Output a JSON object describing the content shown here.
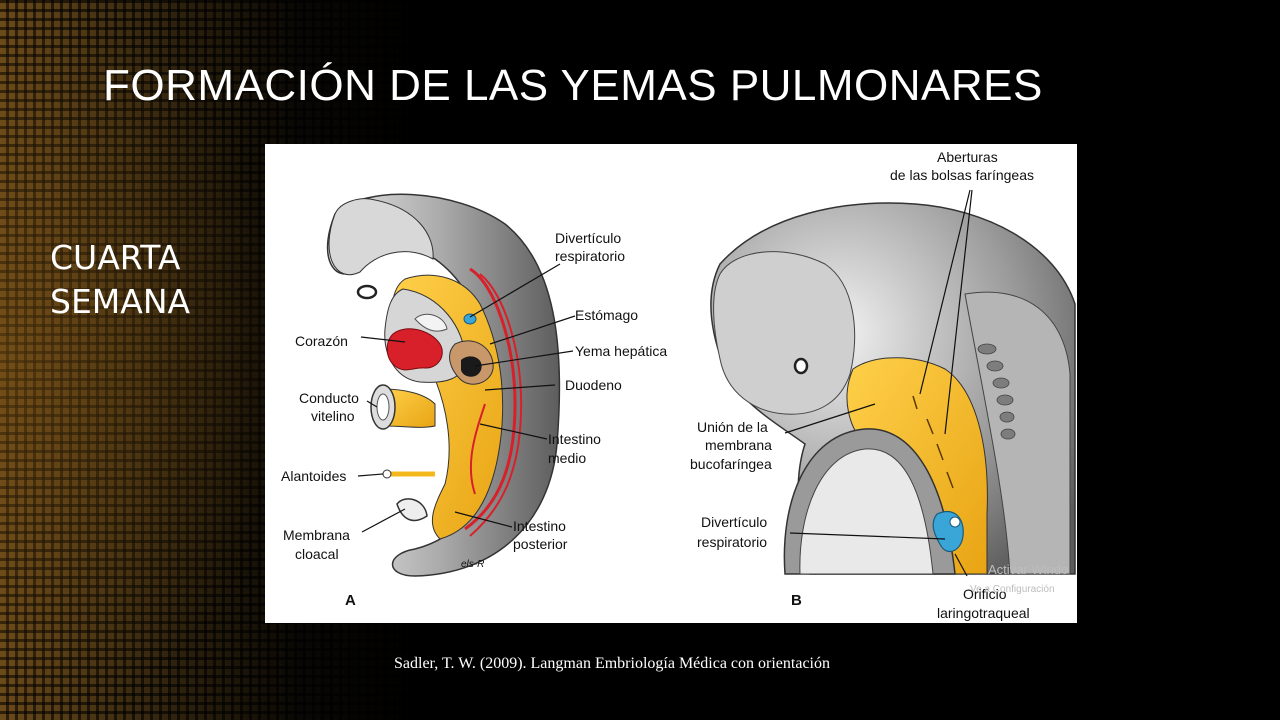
{
  "slide": {
    "title": "FORMACIÓN DE LAS YEMAS PULMONARES",
    "subtitle_line1": "CUARTA",
    "subtitle_line2": "SEMANA",
    "citation": "Sadler, T. W. (2009). Langman Embriología Médica con orientación"
  },
  "figure": {
    "panel_a": "A",
    "panel_b": "B",
    "signature": "els-R",
    "labels_a": {
      "diverticulo_1": "Divertículo",
      "diverticulo_2": "respiratorio",
      "estomago": "Estómago",
      "corazon": "Corazón",
      "yema_hepatica": "Yema hepática",
      "duodeno": "Duodeno",
      "conducto_1": "Conducto",
      "conducto_2": "vitelino",
      "intestino_medio_1": "Intestino",
      "intestino_medio_2": "medio",
      "alantoides": "Alantoides",
      "membrana_1": "Membrana",
      "membrana_2": "cloacal",
      "intestino_post_1": "Intestino",
      "intestino_post_2": "posterior"
    },
    "labels_b": {
      "aberturas_1": "Aberturas",
      "aberturas_2": "de las bolsas faríngeas",
      "union_1": "Unión de la",
      "union_2": "membrana",
      "union_3": "bucofaríngea",
      "diverticulo_1": "Divertículo",
      "diverticulo_2": "respiratorio",
      "orificio_1": "Orificio",
      "orificio_2": "laringotraqueal"
    },
    "watermark_1": "Activar Windo",
    "watermark_2": "Ve a Configuración"
  },
  "colors": {
    "yellow": "#f4b81c",
    "red": "#d8202a",
    "blue": "#3aa6d8",
    "gray": "#8f8f8f"
  }
}
